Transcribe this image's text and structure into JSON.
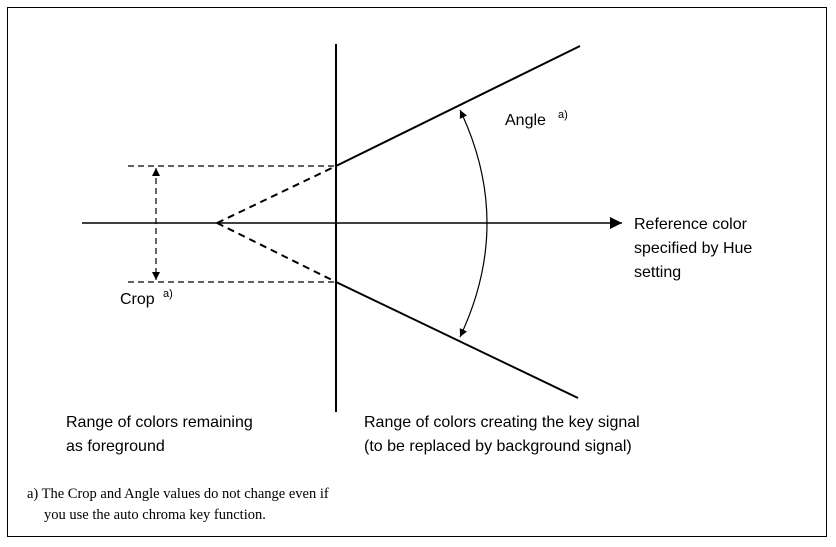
{
  "diagram": {
    "labels": {
      "angle": "Angle",
      "angle_sup": "a)",
      "crop": "Crop",
      "crop_sup": "a)",
      "reference_line1": "Reference color",
      "reference_line2": "specified by Hue",
      "reference_line3": "setting",
      "foreground_line1": "Range of colors remaining",
      "foreground_line2": "as foreground",
      "key_line1": "Range of colors creating the key signal",
      "key_line2": "(to be replaced by background signal)"
    },
    "footnote": {
      "line1": "a) The Crop and Angle values do not change even if",
      "line2": "you use the auto chroma key function."
    }
  }
}
